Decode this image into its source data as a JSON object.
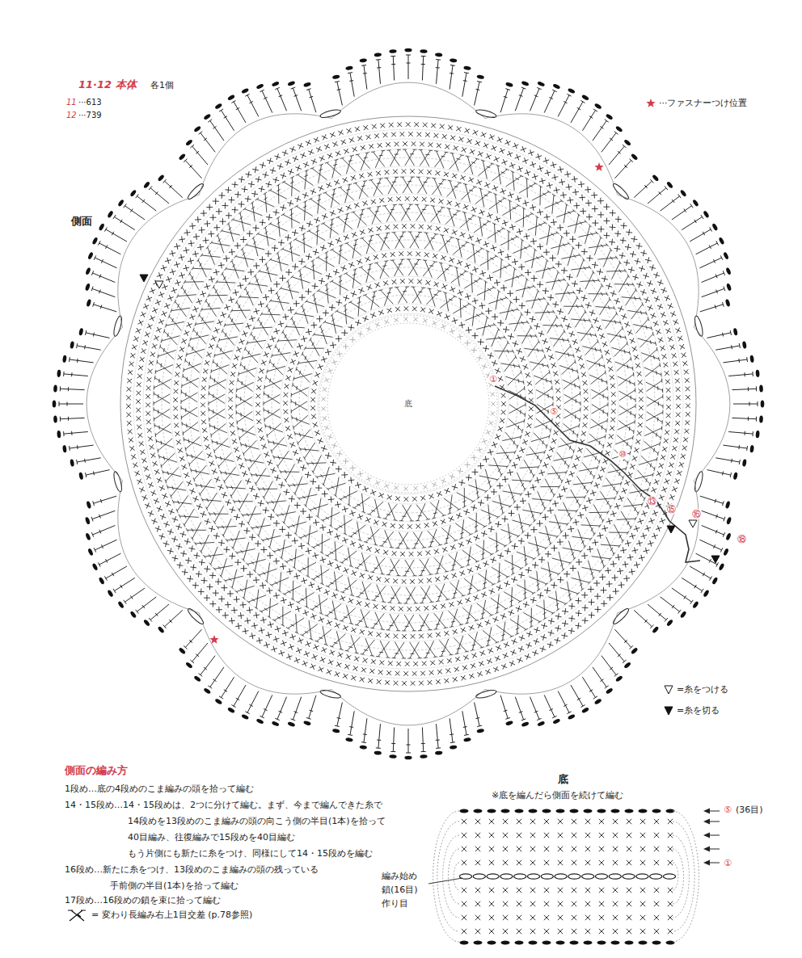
{
  "diagram": {
    "title": "11·12 本体",
    "nodes": [
      {
        "text": [
          "底"
        ]
      }
    ],
    "labels": [
      "各1個",
      "11",
      "···613",
      "12",
      "···739",
      "側面",
      "①",
      "⑤",
      "⑩",
      "⑬",
      "⑮",
      "⑯",
      "⑱",
      "側面の編み方",
      "1段め…底の4段めのこま編みの頭を拾って編む",
      "14・15段め…14・15段めは、2つに分けて編む。まず、今まで編んできた糸で",
      "14段めを13段めのこま編みの頭の向こう側の半目(1本)を拾って",
      "40目編み、往復編みで15段めを40目編む",
      "もう片側にも新たに糸をつけ、同様にして14・15段めを編む",
      "16段め…新たに糸をつけ、13段めのこま編みの頭の残っている",
      "手前側の半目(1本)を拾って編む",
      "17段め…16段めの鎖を束に拾って編む",
      "底",
      "※底を編んだら側面を続けて編む",
      "⑤",
      "(36目)",
      "①",
      "編み始め",
      "鎖(16目)",
      "作り目"
    ],
    "legend": [
      {
        "text": "···ファスナーつけ位置"
      },
      {
        "text": "=糸をつける"
      },
      {
        "text": "=糸を切る"
      },
      {
        "text": "= 変わり長編み右上1目交差 (p.78参照)"
      }
    ]
  }
}
